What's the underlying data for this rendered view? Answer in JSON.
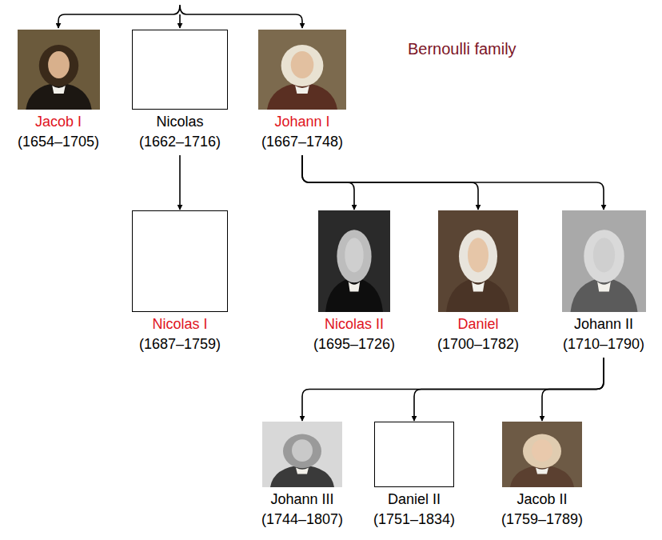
{
  "diagram": {
    "title": "Bernoulli family",
    "nodes": [
      {
        "text": [
          "Jacob I",
          "(1654–1705)"
        ]
      },
      {
        "text": [
          "Nicolas",
          "(1662–1716)"
        ]
      },
      {
        "text": [
          "Johann I",
          "(1667–1748)"
        ]
      },
      {
        "text": [
          "Nicolas I",
          "(1687–1759)"
        ]
      },
      {
        "text": [
          "Nicolas II",
          "(1695–1726)"
        ]
      },
      {
        "text": [
          "Daniel",
          "(1700–1782)"
        ]
      },
      {
        "text": [
          "Johann II",
          "(1710–1790)"
        ]
      },
      {
        "text": [
          "Johann III",
          "(1744–1807)"
        ]
      },
      {
        "text": [
          "Daniel II",
          "(1751–1834)"
        ]
      },
      {
        "text": [
          "Jacob II",
          "(1759–1789)"
        ]
      }
    ],
    "edges": [
      {
        "from": 1,
        "to": 3,
        "arrow": "to"
      },
      {
        "from": 2,
        "to": 4,
        "arrow": "to"
      },
      {
        "from": 2,
        "to": 5,
        "arrow": "to"
      },
      {
        "from": 2,
        "to": 6,
        "arrow": "to"
      },
      {
        "from": 6,
        "to": 7,
        "arrow": "to"
      },
      {
        "from": 6,
        "to": 8,
        "arrow": "to"
      },
      {
        "from": 6,
        "to": 9,
        "arrow": "to"
      }
    ]
  }
}
